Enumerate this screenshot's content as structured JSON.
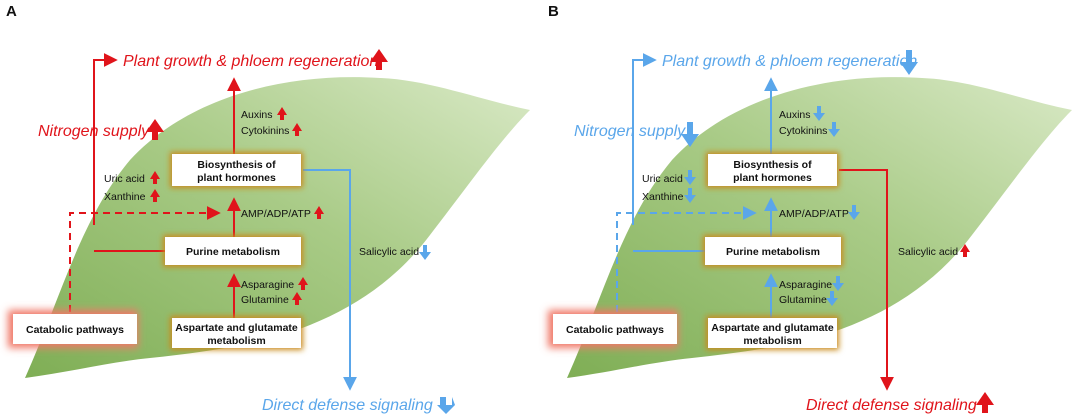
{
  "colors": {
    "up": "#e0141b",
    "down": "#5aa6ea",
    "leaf_light": "#cfe3b6",
    "leaf_dark": "#7fae55",
    "box_glow": "#c98a1e"
  },
  "panels": [
    {
      "letter": "A",
      "plant_growth": "Plant growth & phloem regeneration",
      "nitrogen_supply": "Nitrogen supply",
      "direct_defense": "Direct defense signaling",
      "biosynthesis_line1": "Biosynthesis of",
      "biosynthesis_line2": "plant hormones",
      "purine": "Purine metabolism",
      "catabolic": "Catabolic pathways",
      "aspartate_line1": "Aspartate and glutamate",
      "aspartate_line2": "metabolism",
      "auxins": "Auxins",
      "cytokinins": "Cytokinins",
      "uric_acid": "Uric acid",
      "xanthine": "Xanthine",
      "amp": "AMP/ADP/ATP",
      "asparagine": "Asparagine",
      "glutamine": "Glutamine",
      "salicylic": "Salicylic acid"
    },
    {
      "letter": "B",
      "plant_growth": "Plant growth & phloem regeneration",
      "nitrogen_supply": "Nitrogen supply",
      "direct_defense": "Direct defense signaling",
      "biosynthesis_line1": "Biosynthesis of",
      "biosynthesis_line2": "plant hormones",
      "purine": "Purine metabolism",
      "catabolic": "Catabolic pathways",
      "aspartate_line1": "Aspartate and glutamate",
      "aspartate_line2": "metabolism",
      "auxins": "Auxins",
      "cytokinins": "Cytokinins",
      "uric_acid": "Uric acid",
      "xanthine": "Xanthine",
      "amp": "AMP/ADP/ATP",
      "asparagine": "Asparagine",
      "glutamine": "Glutamine",
      "salicylic": "Salicylic acid"
    }
  ]
}
